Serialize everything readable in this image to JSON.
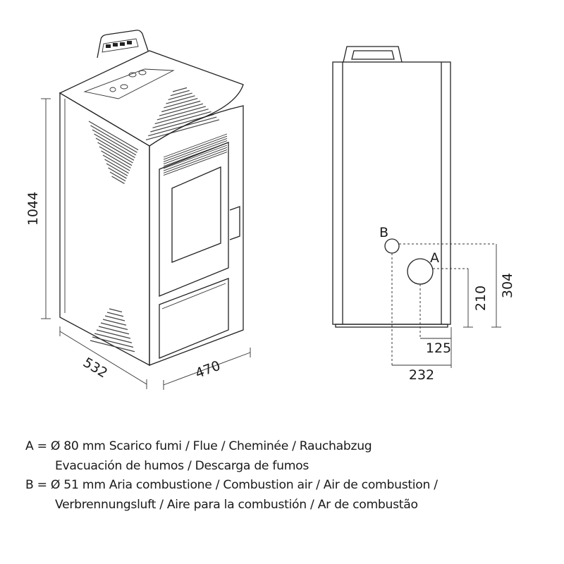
{
  "dimensions": {
    "height": "1044",
    "depth": "532",
    "width_front": "470",
    "b_height": "304",
    "a_height": "210",
    "a_offset": "125",
    "b_offset": "232"
  },
  "markers": {
    "a": "A",
    "b": "B"
  },
  "legend": {
    "a_line1": "A = Ø 80 mm  Scarico fumi / Flue / Cheminée / Rauchabzug",
    "a_line2": "Evacuación de humos / Descarga de fumos",
    "b_line1": "B = Ø 51 mm  Aria combustione / Combustion air / Air de combustion /",
    "b_line2": "Verbrennungsluft / Aire para la combustión / Ar de combustão"
  }
}
